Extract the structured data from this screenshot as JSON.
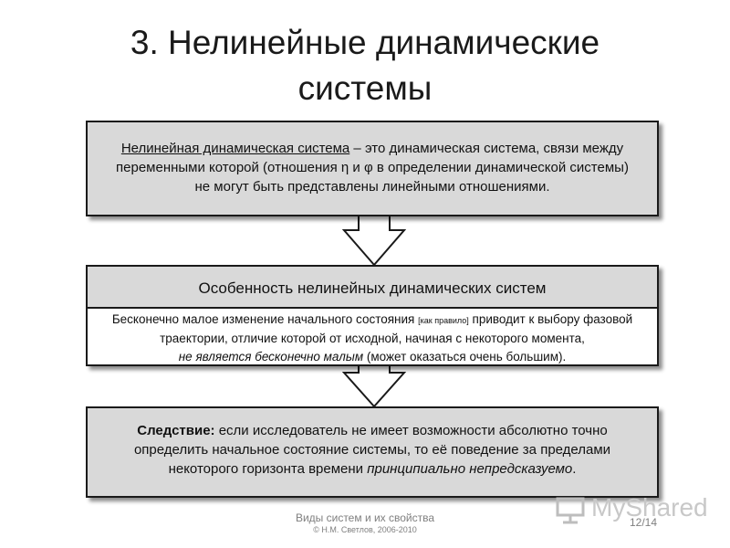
{
  "title": {
    "line1": "3. Нелинейные динамические",
    "line2": "системы"
  },
  "box1": {
    "term": "Нелинейная динамическая система",
    "line1_rest": " – это динамическая система, связи между",
    "line2": "переменными которой (отношения η и φ в определении динамической системы)",
    "line3": "не могут быть представлены линейными отношениями."
  },
  "box2": {
    "header": "Особенность нелинейных динамических систем",
    "line1_a": "Бесконечно малое изменение начального состояния ",
    "line1_small": "[как правило]",
    "line1_b": " приводит к выбору фазовой",
    "line2": "траектории, отличие которой от исходной, начиная с некоторого момента,",
    "line3_italic": "не является бесконечно малым",
    "line3_rest": " (может оказаться очень большим)."
  },
  "box3": {
    "bold": "Следствие:",
    "line1_rest": " если исследователь не имеет возможности абсолютно точно",
    "line2": "определить начальное состояние системы, то её поведение за пределами",
    "line3_a": "некоторого горизонта времени ",
    "line3_italic": "принципиально непредсказуемо",
    "line3_end": "."
  },
  "footer": {
    "line1": "Виды систем и их свойства",
    "line2": "© Н.М. Светлов, 2006-2010"
  },
  "page": "12/14",
  "watermark": "MyShared"
}
